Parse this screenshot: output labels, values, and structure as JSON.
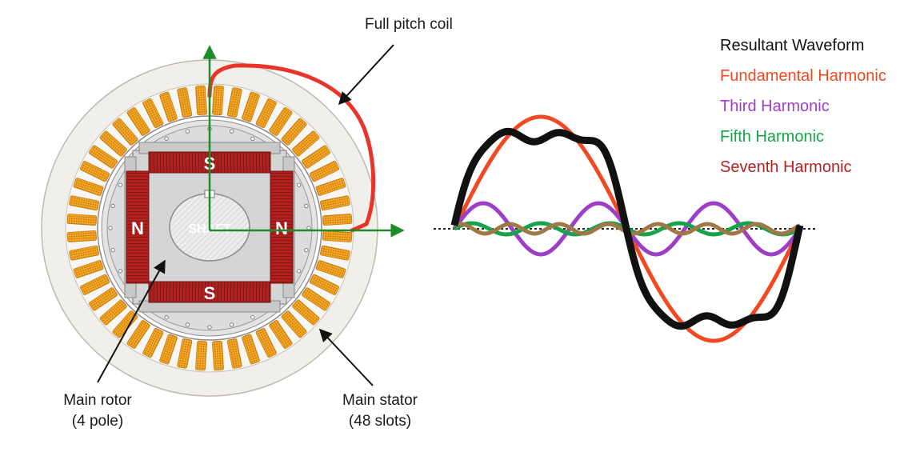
{
  "labels": {
    "coil": "Full pitch coil",
    "rotor_line1": "Main rotor",
    "rotor_line2": "(4 pole)",
    "stator_line1": "Main stator",
    "stator_line2": "(48 slots)"
  },
  "rotor": {
    "pole_top": "S",
    "pole_bottom": "S",
    "pole_left": "N",
    "pole_right": "N",
    "shaft": "SHAFT"
  },
  "stator": {
    "slot_count": 48
  },
  "legend": [
    {
      "label": "Resultant Waveform",
      "color": "#111111"
    },
    {
      "label": "Fundamental Harmonic",
      "color": "#ef4a23"
    },
    {
      "label": "Third Harmonic",
      "color": "#9b3fc6"
    },
    {
      "label": "Fifth Harmonic",
      "color": "#16a34a"
    },
    {
      "label": "Seventh Harmonic",
      "color": "#b42323"
    }
  ],
  "colors": {
    "coil": "#e8342b",
    "axis": "#1f8b2a",
    "slot": "#f5a623",
    "rotor_winding": "#b0201c",
    "seventh_curve": "#a07845"
  }
}
